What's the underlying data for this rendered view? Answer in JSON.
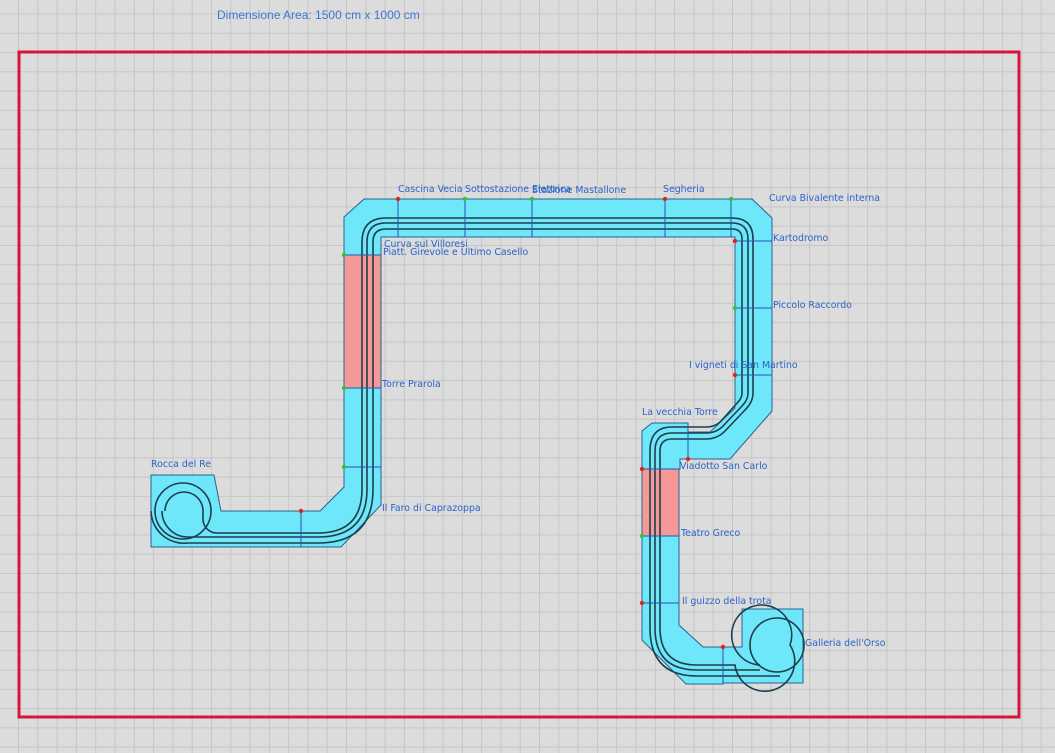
{
  "area": {
    "dimension_label": "Dimensione Area: 1500 cm x 1000 cm",
    "border_color": "#d4163c"
  },
  "colors": {
    "module_fill": "#6fe7fb",
    "module_highlight_fill": "#f59898",
    "label_color": "#2c63c9",
    "connector_red": "#e0231f",
    "connector_green": "#35c035"
  },
  "modules": [
    "Cascina Vecia",
    "Sottostazione Elettrica",
    "Stazione Mastallone",
    "Segheria",
    "Curva Bivalente interna",
    "Curva sul Villoresi",
    "Piatt. Girevole e Ultimo Casello",
    "Kartodromo",
    "Piccolo Raccordo",
    "I vigneti di San Martino",
    "Torre Prarola",
    "La vecchia Torre",
    "Viadotto San Carlo",
    "Rocca del Re",
    "Il Faro di Caprazoppa",
    "Teatro Greco",
    "Il guizzo della trota",
    "Galleria dell'Orso"
  ]
}
